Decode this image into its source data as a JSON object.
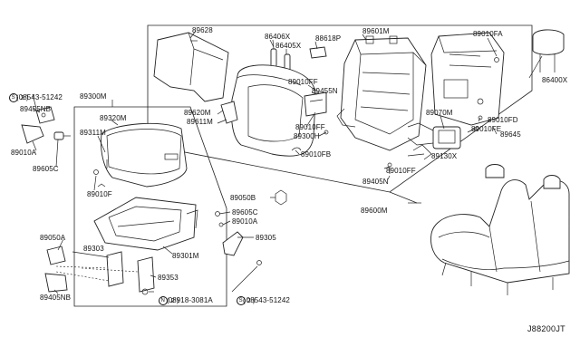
{
  "diagram_ref": "J88200JT",
  "labels": {
    "p89628": "89628",
    "p86406x": "86406X",
    "p86405x": "86405X",
    "p88618p": "88618P",
    "p89601m": "89601M",
    "p89010fa": "89010FA",
    "p86400x": "86400X",
    "p08543a": "08543-51242",
    "p08543a_qty": "( 2 )",
    "p89455nb": "89455NB",
    "p89300m": "89300M",
    "p89320m": "89320M",
    "p89311m": "89311M",
    "p89620m": "89620M",
    "p89611m": "89611M",
    "p89010ff_a": "89010FF",
    "p89455n": "89455N",
    "p89300h": "89300H",
    "p89070m": "89070M",
    "p89010fd": "89010FD",
    "p89010fe": "89010FE",
    "p89645": "89645",
    "p89010a_left": "89010A",
    "p89605c_left": "89605C",
    "p89010fb": "89010FB",
    "p89130x": "89130X",
    "p89010ff_b": "89010FF",
    "p89405n": "89405N",
    "p89010f": "89010F",
    "p89050b": "89050B",
    "p89605c_mid": "89605C",
    "p89010a_mid": "89010A",
    "p89600m": "89600M",
    "p89050a": "89050A",
    "p89303": "89303",
    "p89301m": "89301M",
    "p89305": "89305",
    "p89353": "89353",
    "p08918": "08918-3081A",
    "p08918_qty": "( 2 )",
    "p08543b": "08543-51242",
    "p08543b_qty": "( 2 )",
    "p89405nb": "89405NB"
  },
  "symbols": {
    "screw_mark": "S",
    "nut_mark": "N"
  }
}
